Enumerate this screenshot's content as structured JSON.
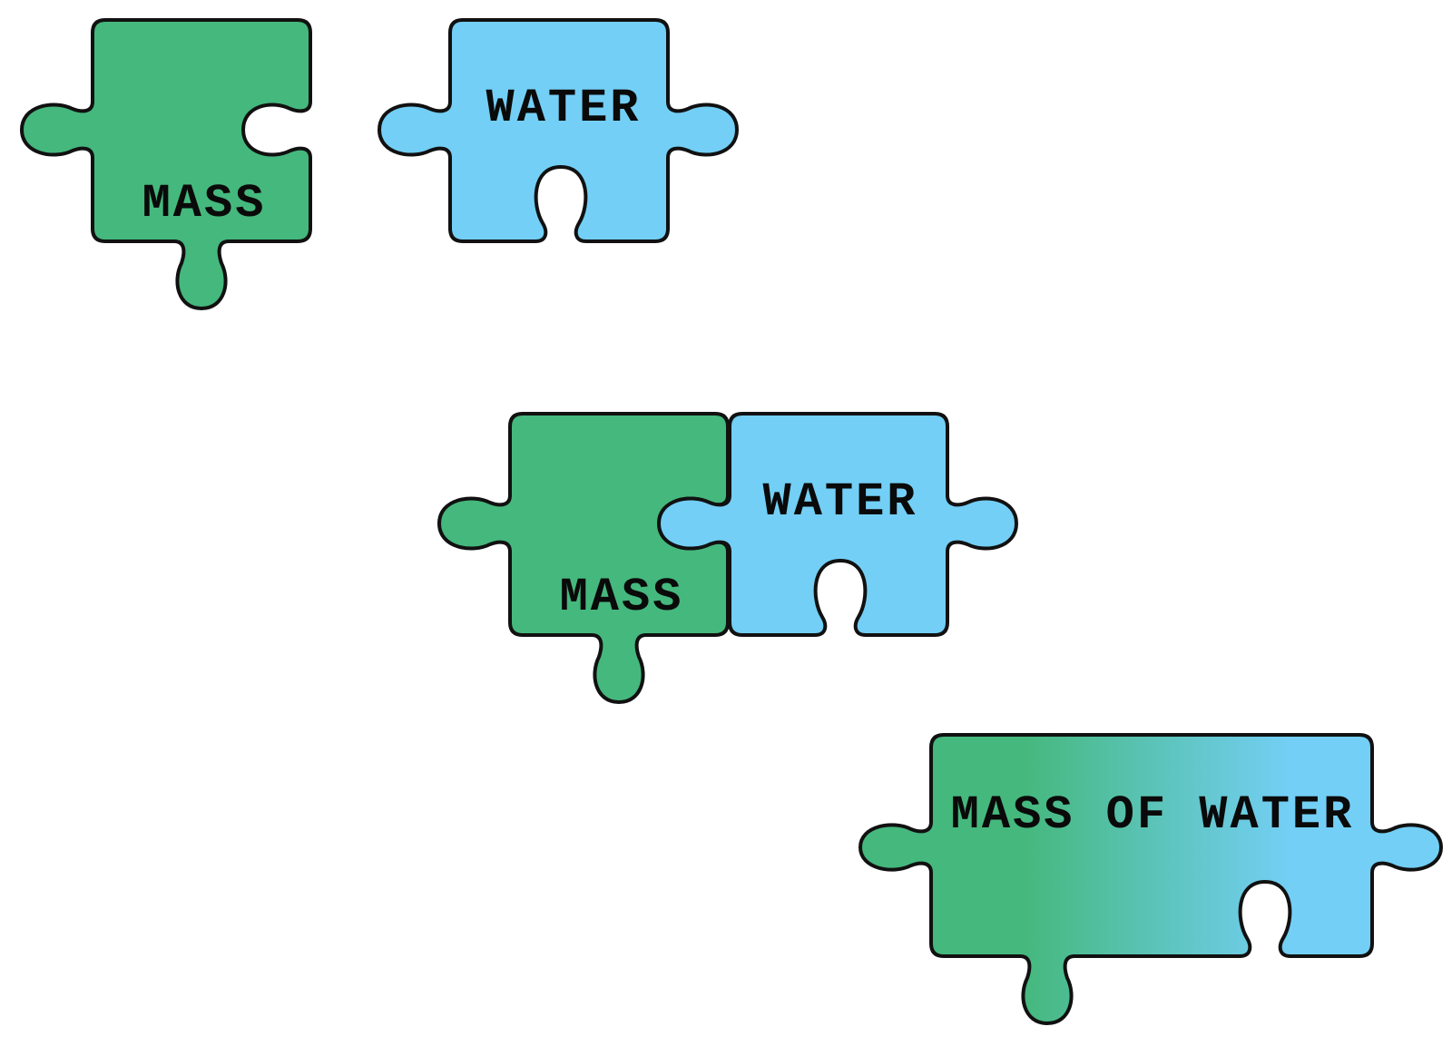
{
  "colors": {
    "mass_green": "#45B87D",
    "water_blue": "#73CFF5",
    "outline": "#111111",
    "text": "#0a0a0a"
  },
  "row1": {
    "mass_piece": {
      "label": "MASS",
      "color_name": "green"
    },
    "water_piece": {
      "label": "WATER",
      "color_name": "blue"
    }
  },
  "row2": {
    "mass_piece": {
      "label": "MASS",
      "color_name": "green"
    },
    "water_piece": {
      "label": "WATER",
      "color_name": "blue"
    }
  },
  "row3": {
    "combined_piece": {
      "label": "MASS OF WATER",
      "color_name": "green-to-blue gradient"
    }
  }
}
